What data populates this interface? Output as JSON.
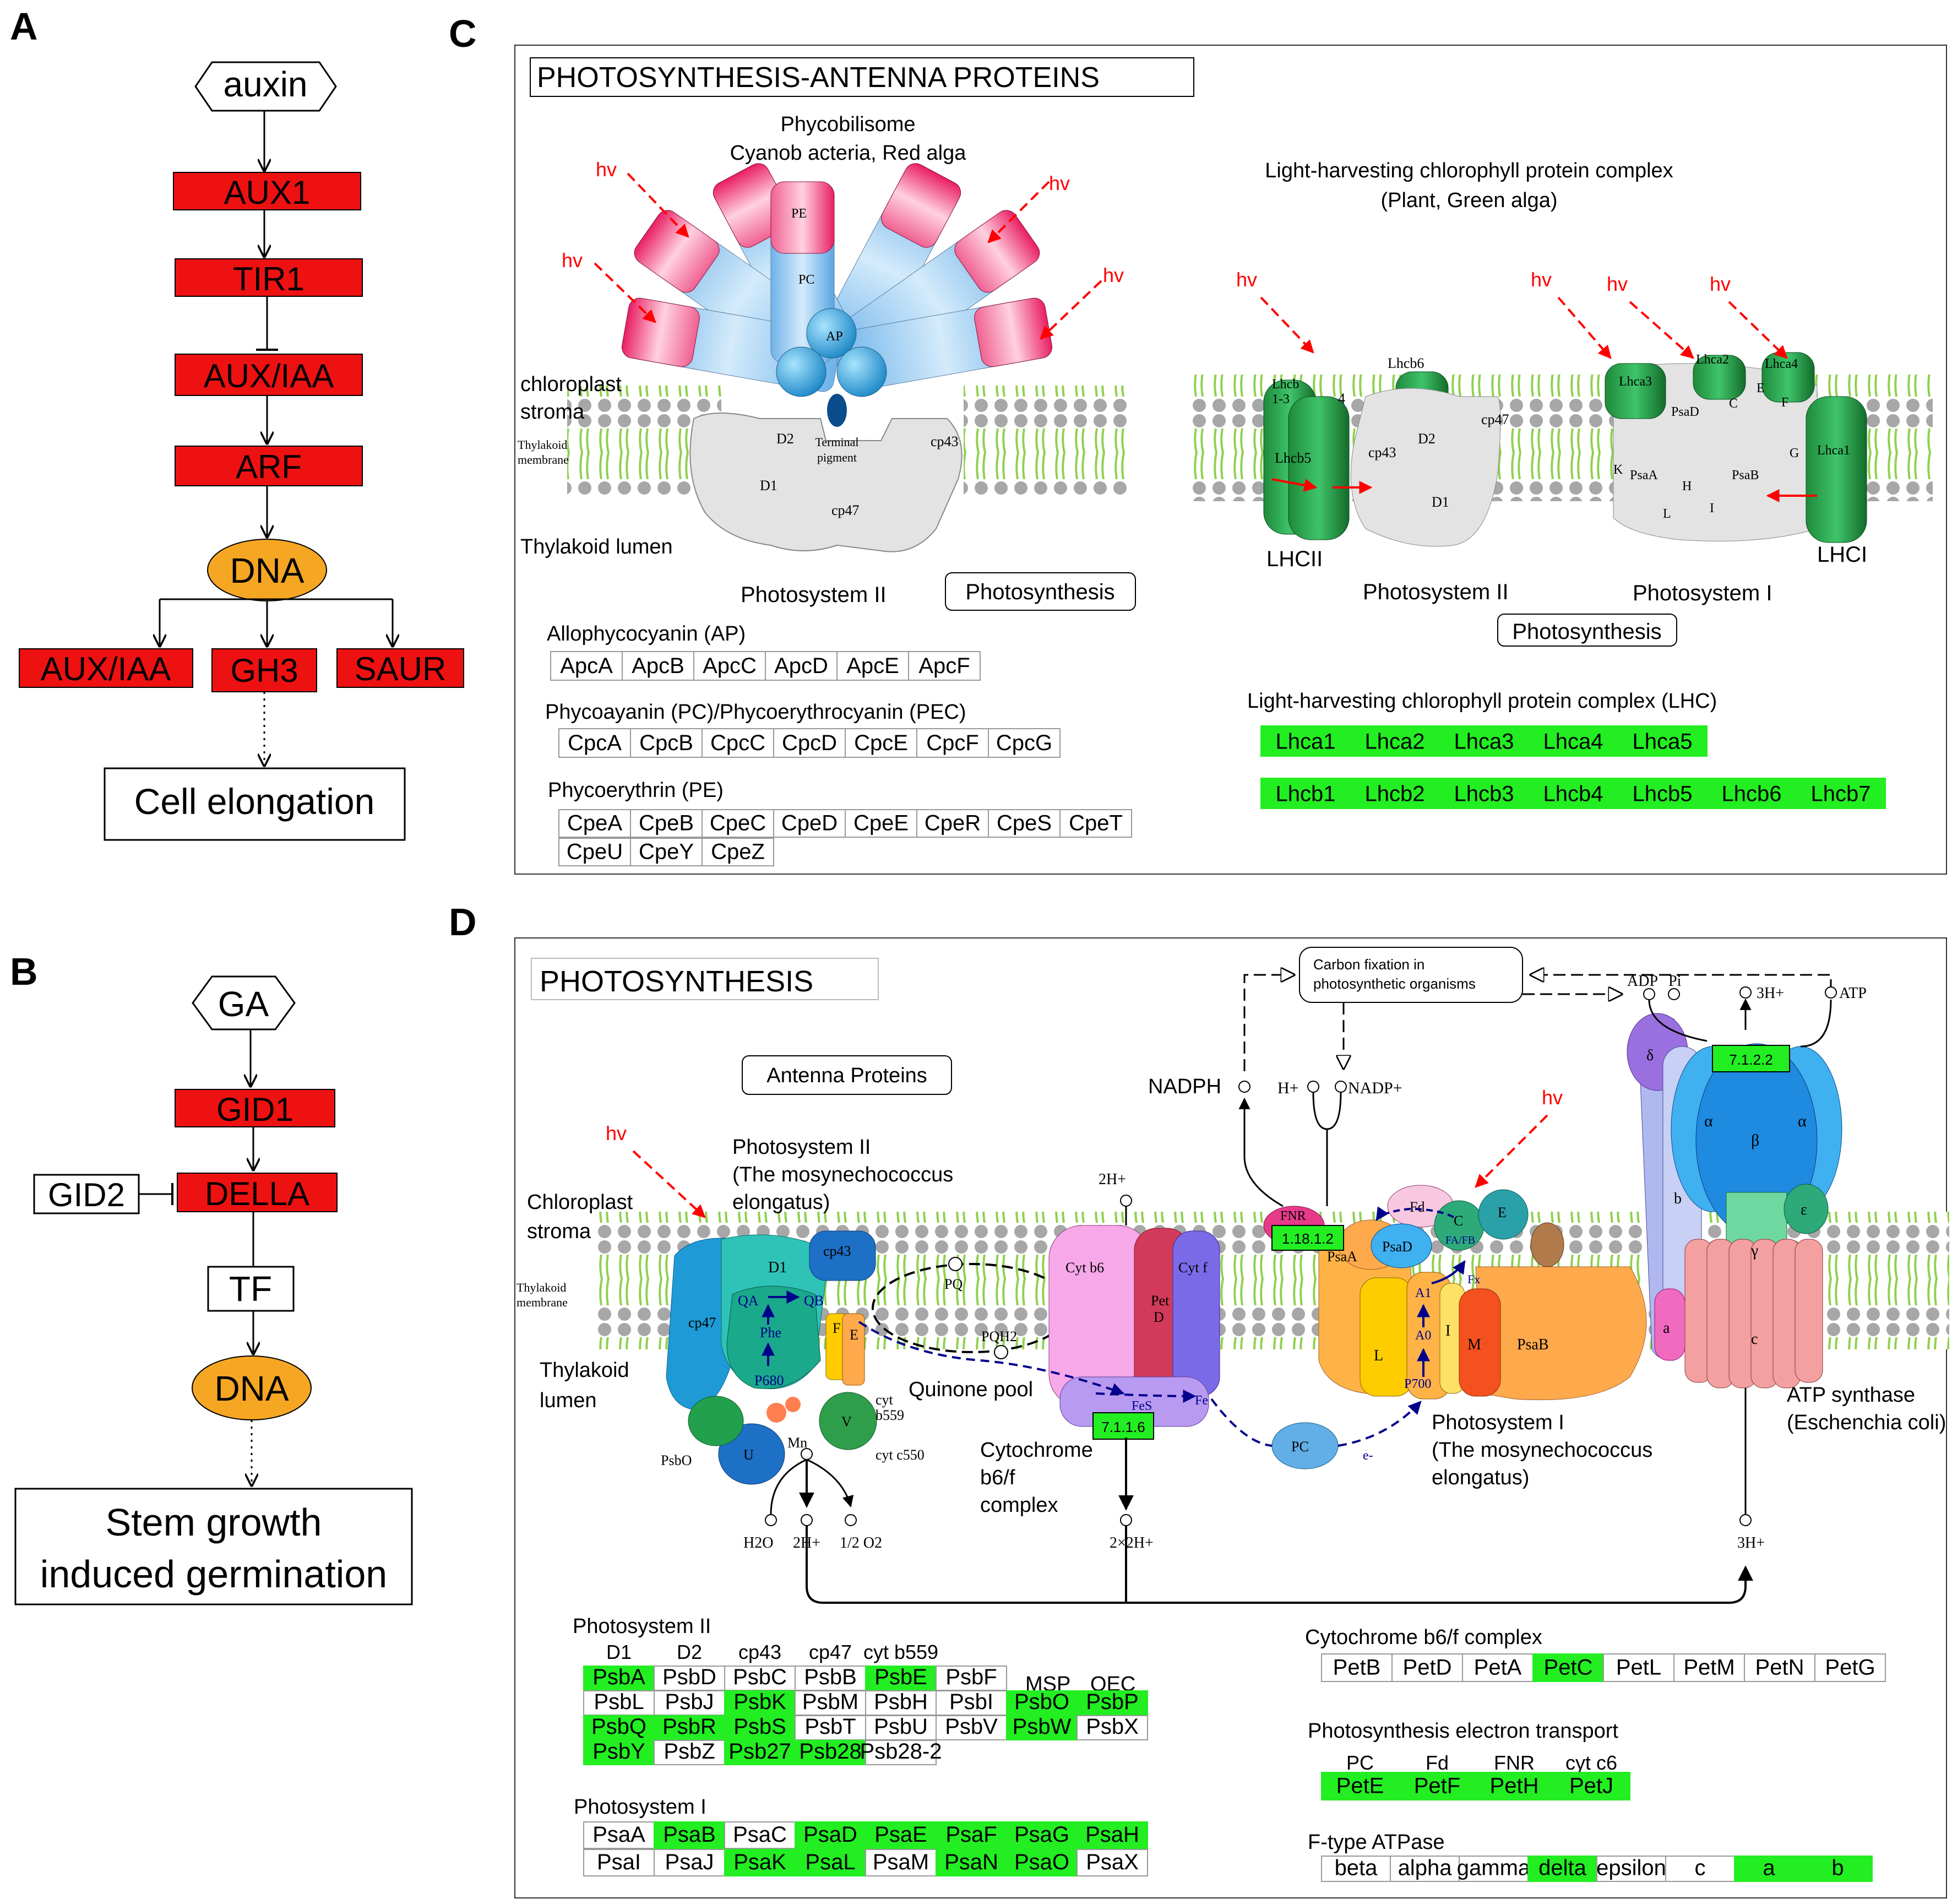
{
  "colors": {
    "red_gene": "#ee1111",
    "green_gene": "#22ee22",
    "dna": "#f5a623",
    "light_arrow": "#ff0000",
    "membrane_green": "#8fd14f"
  },
  "panelA": {
    "label": "A",
    "hormone": "auxin",
    "chain": [
      "AUX1",
      "TIR1",
      "AUX/IAA",
      "ARF"
    ],
    "dna": "DNA",
    "targets": [
      "AUX/IAA",
      "GH3",
      "SAUR"
    ],
    "outcome": "Cell elongation"
  },
  "panelB": {
    "label": "B",
    "hormone": "GA",
    "receptor": "GID1",
    "repressor": "DELLA",
    "inhibitor": "GID2",
    "tf": "TF",
    "dna": "DNA",
    "outcome_line1": "Stem growth",
    "outcome_line2": "induced germination"
  },
  "panelC": {
    "label": "C",
    "title": "PHOTOSYNTHESIS-ANTENNA PROTEINS",
    "phycobilisome_line1": "Phycobilisome",
    "phycobilisome_line2": "Cyanob acteria, Red alga",
    "lhc_line1": "Light-harvesting chlorophyll protein complex",
    "lhc_line2": "(Plant, Green alga)",
    "hv": "hv",
    "stroma_line1": "chloroplast",
    "stroma_line2": "stroma",
    "membrane_line1": "Thylakoid",
    "membrane_line2": "membrane",
    "lumen": "Thylakoid lumen",
    "psii": "Photosystem II",
    "psi": "Photosystem I",
    "photosynthesis": "Photosynthesis",
    "lhcii": "LHCII",
    "lhci": "LHCI",
    "cyl": {
      "pe": "PE",
      "pc": "PC",
      "ap": "AP"
    },
    "core": {
      "d1": "D1",
      "d2": "D2",
      "cp43": "cp43",
      "cp47": "cp47",
      "tp1": "Terminal",
      "tp2": "pigment"
    },
    "lhc_labels": {
      "lhcb13": "Lhcb",
      "lhcb13b": "1-3",
      "four": "4",
      "lhcb5": "Lhcb5",
      "lhcb6": "Lhcb6",
      "lhca3": "Lhca3",
      "lhca2": "Lhca2",
      "lhca4": "Lhca4",
      "lhca1": "Lhca1",
      "psad": "PsaD",
      "c": "C",
      "e": "E",
      "f": "F",
      "g": "G",
      "k": "K",
      "psaa": "PsaA",
      "h": "H",
      "psab": "PsaB",
      "l": "L",
      "i": "I"
    },
    "ap_title": "Allophycocyanin (AP)",
    "ap_genes": [
      "ApcA",
      "ApcB",
      "ApcC",
      "ApcD",
      "ApcE",
      "ApcF"
    ],
    "pc_title": "Phycoayanin (PC)/Phycoerythrocyanin (PEC)",
    "pc_genes": [
      "CpcA",
      "CpcB",
      "CpcC",
      "CpcD",
      "CpcE",
      "CpcF",
      "CpcG"
    ],
    "pe_title": "Phycoerythrin (PE)",
    "pe_genes_row1": [
      "CpeA",
      "CpeB",
      "CpeC",
      "CpeD",
      "CpeE",
      "CpeR",
      "CpeS",
      "CpeT"
    ],
    "pe_genes_row2": [
      "CpeU",
      "CpeY",
      "CpeZ"
    ],
    "lhc_table_title": "Light-harvesting chlorophyll protein complex (LHC)",
    "lhca_genes": [
      "Lhca1",
      "Lhca2",
      "Lhca3",
      "Lhca4",
      "Lhca5"
    ],
    "lhcb_genes": [
      "Lhcb1",
      "Lhcb2",
      "Lhcb3",
      "Lhcb4",
      "Lhcb5",
      "Lhcb6",
      "Lhcb7"
    ]
  },
  "panelD": {
    "label": "D",
    "title": "PHOTOSYNTHESIS",
    "antenna": "Antenna Proteins",
    "carbon_line1": "Carbon fixation in",
    "carbon_line2": "photosynthetic organisms",
    "hv": "hv",
    "psii_line1": "Photosystem II",
    "psii_line2": "(The mosynechococcus",
    "psii_line3": "elongatus)",
    "stroma_line1": "Chloroplast",
    "stroma_line2": "stroma",
    "membrane_line1": "Thylakoid",
    "membrane_line2": "membrane",
    "lumen_line1": "Thylakoid",
    "lumen_line2": "lumen",
    "quinone": "Quinone pool",
    "cyt_line1": "Cytochrome",
    "cyt_line2": "b6/f",
    "cyt_line3": "complex",
    "psi_line1": "Photosystem I",
    "psi_line2": "(The mosynechococcus",
    "psi_line3": "elongatus)",
    "atp_line1": "ATP synthase",
    "atp_line2": "(Eschenchia coli)",
    "nadph": "NADPH",
    "hplus": "H+",
    "nadp": "NADP+",
    "adp": "ADP",
    "pi": "Pi",
    "threeh": "3H+",
    "atp": "ATP",
    "twoh_top": "2H+",
    "h2o": "H2O",
    "twoh": "2H+",
    "half_o2": "1/2 O2",
    "two2h": "2×2H+",
    "threeh_bottom": "3H+",
    "ec_fnr": "1.18.1.2",
    "ec_cyt": "7.1.1.6",
    "ec_atp": "7.1.2.2",
    "mol": {
      "d1": "D1",
      "cp43": "cp43",
      "cp47": "cp47",
      "qa": "QA",
      "qb": "QB",
      "phe": "Phe",
      "p680": "P680",
      "f": "F",
      "e": "E",
      "v": "V",
      "u": "U",
      "psbo": "PsbO",
      "mn": "Mn",
      "cytb559_1": "cyt",
      "cytb559_2": "b559",
      "cytc550": "cyt c550",
      "pq": "PQ",
      "pqh2": "PQH2",
      "cytb6": "Cyt b6",
      "pet1": "Pet",
      "pet2": "D",
      "cytf": "Cyt f",
      "fes": "FeS",
      "fe": "Fe",
      "pc": "PC",
      "eminus": "e-",
      "fnr": "FNR",
      "fd": "Fd",
      "psad": "PsaD",
      "c": "C",
      "e2": "E",
      "fafb": "FA/FB",
      "fx": "Fx",
      "psaa": "PsaA",
      "a1": "A1",
      "a0": "A0",
      "l": "L",
      "i": "I",
      "p700": "P700",
      "m": "M",
      "psab": "PsaB",
      "delta": "δ",
      "alpha": "α",
      "beta": "β",
      "gamma": "γ",
      "epsilon": "ε",
      "b": "b",
      "a": "a",
      "cc": "c"
    },
    "psii_table_title": "Photosystem II",
    "psii_headers": [
      "D1",
      "D2",
      "cp43",
      "cp47",
      "cyt b559"
    ],
    "psii_msp": "MSP",
    "psii_oec": "OEC",
    "psii_rows": [
      [
        {
          "g": "PsbA",
          "on": true
        },
        {
          "g": "PsbD",
          "on": false
        },
        {
          "g": "PsbC",
          "on": false
        },
        {
          "g": "PsbB",
          "on": false
        },
        {
          "g": "PsbE",
          "on": true
        },
        {
          "g": "PsbF",
          "on": false
        }
      ],
      [
        {
          "g": "PsbL",
          "on": false
        },
        {
          "g": "PsbJ",
          "on": false
        },
        {
          "g": "PsbK",
          "on": true
        },
        {
          "g": "PsbM",
          "on": false
        },
        {
          "g": "PsbH",
          "on": false
        },
        {
          "g": "PsbI",
          "on": false
        },
        {
          "g": "PsbO",
          "on": true
        },
        {
          "g": "PsbP",
          "on": true
        }
      ],
      [
        {
          "g": "PsbQ",
          "on": true
        },
        {
          "g": "PsbR",
          "on": true
        },
        {
          "g": "PsbS",
          "on": true
        },
        {
          "g": "PsbT",
          "on": false
        },
        {
          "g": "PsbU",
          "on": false
        },
        {
          "g": "PsbV",
          "on": false
        },
        {
          "g": "PsbW",
          "on": true
        },
        {
          "g": "PsbX",
          "on": false
        }
      ],
      [
        {
          "g": "PsbY",
          "on": true
        },
        {
          "g": "PsbZ",
          "on": false
        },
        {
          "g": "Psb27",
          "on": true
        },
        {
          "g": "Psb28",
          "on": true
        },
        {
          "g": "Psb28-2",
          "on": false
        }
      ]
    ],
    "psi_table_title": "Photosystem I",
    "psi_rows": [
      [
        {
          "g": "PsaA",
          "on": false
        },
        {
          "g": "PsaB",
          "on": true
        },
        {
          "g": "PsaC",
          "on": false
        },
        {
          "g": "PsaD",
          "on": true
        },
        {
          "g": "PsaE",
          "on": true
        },
        {
          "g": "PsaF",
          "on": true
        },
        {
          "g": "PsaG",
          "on": true
        },
        {
          "g": "PsaH",
          "on": true
        }
      ],
      [
        {
          "g": "PsaI",
          "on": false
        },
        {
          "g": "PsaJ",
          "on": false
        },
        {
          "g": "PsaK",
          "on": true
        },
        {
          "g": "PsaL",
          "on": true
        },
        {
          "g": "PsaM",
          "on": false
        },
        {
          "g": "PsaN",
          "on": true
        },
        {
          "g": "PsaO",
          "on": true
        },
        {
          "g": "PsaX",
          "on": false
        }
      ]
    ],
    "cyt_table_title": "Cytochrome b6/f complex",
    "cyt_genes": [
      {
        "g": "PetB",
        "on": false
      },
      {
        "g": "PetD",
        "on": false
      },
      {
        "g": "PetA",
        "on": false
      },
      {
        "g": "PetC",
        "on": true
      },
      {
        "g": "PetL",
        "on": false
      },
      {
        "g": "PetM",
        "on": false
      },
      {
        "g": "PetN",
        "on": false
      },
      {
        "g": "PetG",
        "on": false
      }
    ],
    "pet_table_title": "Photosynthesis electron transport",
    "pet_headers": [
      "PC",
      "Fd",
      "FNR",
      "cyt c6"
    ],
    "pet_genes": [
      {
        "g": "PetE",
        "on": true
      },
      {
        "g": "PetF",
        "on": true
      },
      {
        "g": "PetH",
        "on": true
      },
      {
        "g": "PetJ",
        "on": true
      }
    ],
    "atpase_title": "F-type ATPase",
    "atpase_genes": [
      {
        "g": "beta",
        "on": false
      },
      {
        "g": "alpha",
        "on": false
      },
      {
        "g": "gamma",
        "on": false
      },
      {
        "g": "delta",
        "on": true
      },
      {
        "g": "epsilon",
        "on": false
      },
      {
        "g": "c",
        "on": false
      },
      {
        "g": "a",
        "on": true
      },
      {
        "g": "b",
        "on": true
      }
    ]
  }
}
